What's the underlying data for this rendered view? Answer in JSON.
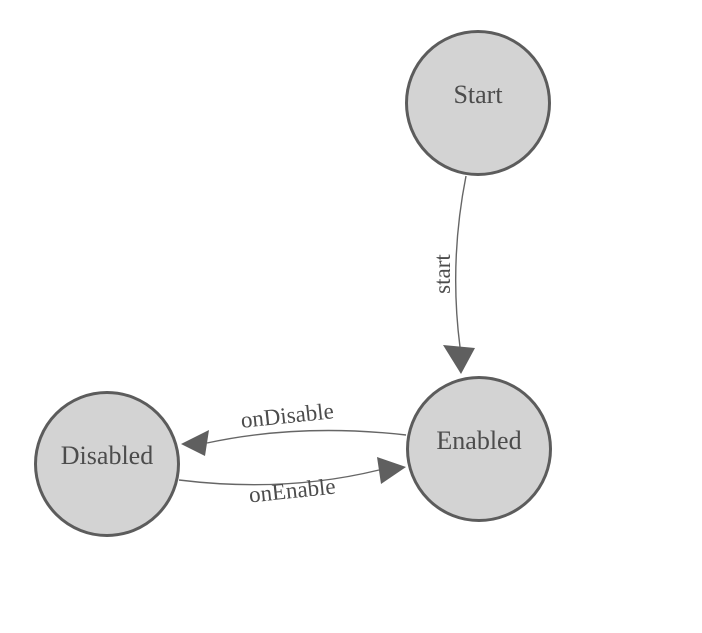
{
  "diagram": {
    "type": "state-machine",
    "background_color": "#ffffff",
    "colors": {
      "node_fill": "#d3d3d3",
      "node_stroke": "#5c5c5c",
      "edge_stroke": "#666666",
      "arrowhead_fill": "#5f5f5f",
      "label_color": "#4c4c4c"
    },
    "nodes": [
      {
        "id": "start",
        "label": "Start"
      },
      {
        "id": "enabled",
        "label": "Enabled"
      },
      {
        "id": "disabled",
        "label": "Disabled"
      }
    ],
    "edges": [
      {
        "from": "start",
        "to": "enabled",
        "label": "start"
      },
      {
        "from": "enabled",
        "to": "disabled",
        "label": "onDisable"
      },
      {
        "from": "disabled",
        "to": "enabled",
        "label": "onEnable"
      }
    ]
  }
}
